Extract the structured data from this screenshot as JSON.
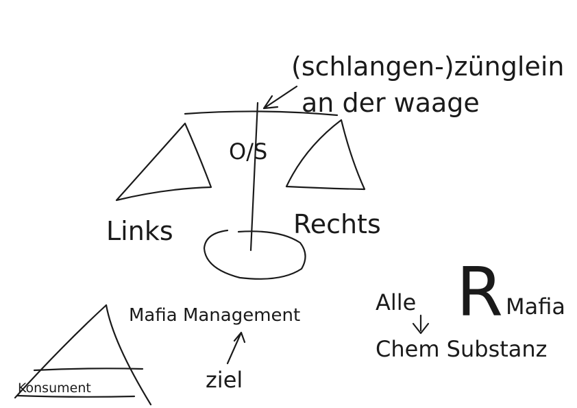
{
  "annotation_line1": "(schlangen-)zünglein",
  "annotation_line2": "an der waage",
  "center_label": "O/S",
  "left_pan_label": "Links",
  "right_pan_label": "Rechts",
  "pyramid_top_label": "Mafia Management",
  "pyramid_base_label": "Konsument",
  "goal_label": "ziel",
  "alle_label": "Alle",
  "big_letter": "R",
  "mafia_label": "Mafia",
  "chem_label": "Chem Substanz"
}
